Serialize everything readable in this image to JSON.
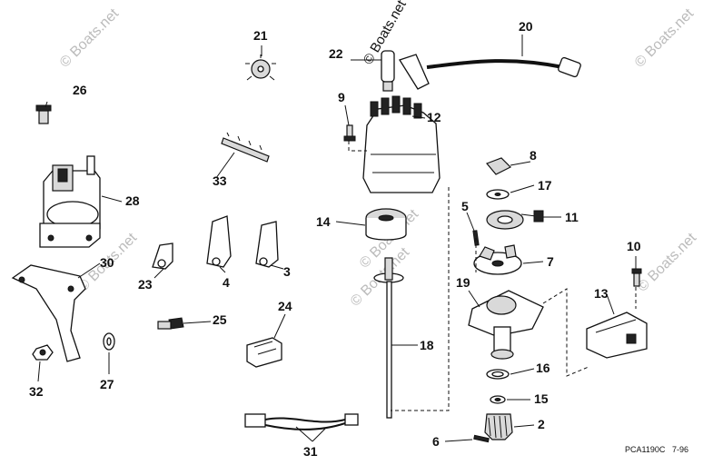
{
  "watermarks": [
    "© Boats.net",
    "© Boats.net",
    "© Boats.net",
    "© Boats.net",
    "© Boats.net",
    "© Boats.net",
    "© Boats.net"
  ],
  "code": "PCA1190C",
  "date": "7-96",
  "callouts": {
    "c2": "2",
    "c3": "3",
    "c4": "4",
    "c5": "5",
    "c6": "6",
    "c7": "7",
    "c8": "8",
    "c9": "9",
    "c10": "10",
    "c11": "11",
    "c12": "12",
    "c13": "13",
    "c14": "14",
    "c15": "15",
    "c16": "16",
    "c17": "17",
    "c18": "18",
    "c19": "19",
    "c20": "20",
    "c21": "21",
    "c22": "22",
    "c23": "23",
    "c24": "24",
    "c25": "25",
    "c26": "26",
    "c27": "27",
    "c28": "28",
    "c30": "30",
    "c31": "31",
    "c32": "32",
    "c33": "33"
  }
}
